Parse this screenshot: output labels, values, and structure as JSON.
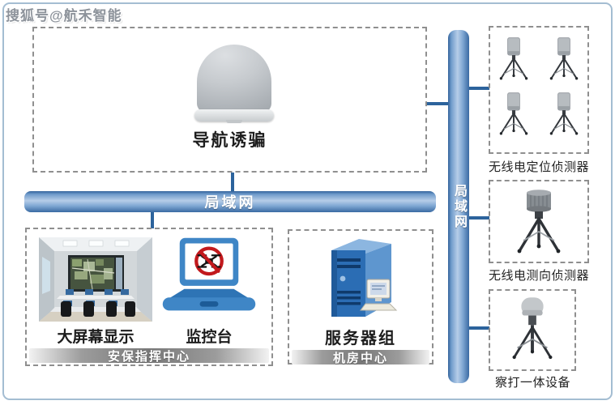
{
  "watermark": "搜狐号@航禾智能",
  "network": {
    "lan_horizontal": "局域网",
    "lan_vertical": "局域网"
  },
  "decoy": {
    "label": "导航诱骗"
  },
  "command_center": {
    "title": "安保指挥中心",
    "screen_label": "大屏幕显示",
    "console_label": "监控台"
  },
  "server_room": {
    "title": "机房中心",
    "server_label": "服务器组"
  },
  "detectors": {
    "positioning_label": "无线电定位侦测器",
    "direction_label": "无线电测向侦测器",
    "strike_label": "察打一体设备"
  },
  "colors": {
    "lan_bar_blue": "#6f9bcb",
    "connector_blue": "#2c639c",
    "border_blue": "#a4bdd2",
    "no_fly_red": "#c2191d",
    "laptop_blue": "#3f86c6",
    "server_blue": "#2868ad",
    "title_bar_gray": "#787878"
  },
  "icons": {
    "decoy_device": "dome-antenna-icon",
    "command_screen": "control-room-icon",
    "console": "laptop-no-drone-icon",
    "server": "server-tower-icon",
    "positioning_detector": "tripod-box-icon",
    "direction_detector": "tripod-cylinder-icon",
    "strike_device": "tripod-dome-icon"
  }
}
